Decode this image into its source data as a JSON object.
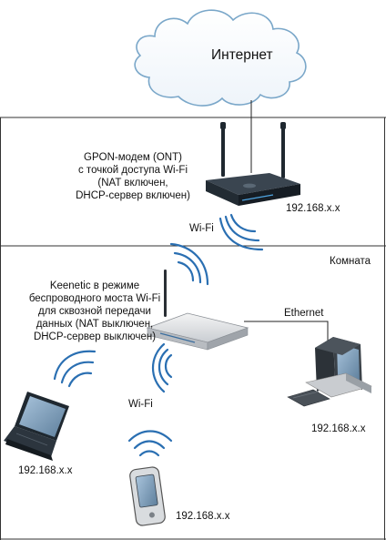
{
  "cloud": {
    "label": "Интернет"
  },
  "room": {
    "label": "Комната"
  },
  "modem": {
    "caption_lines": [
      "GPON-модем (ONT)",
      "с точкой доступа Wi-Fi",
      "(NAT включен,",
      "DHCP-сервер включен)"
    ],
    "ip": "192.168.x.x"
  },
  "wifi_uplink": {
    "label": "Wi-Fi"
  },
  "keenetic": {
    "caption_lines": [
      "Keenetic в режиме",
      "беспроводного моста Wi-Fi",
      "для сквозной передачи",
      "данных (NAT выключен,",
      "DHCP-сервер выключен)"
    ]
  },
  "ethernet": {
    "label": "Ethernet"
  },
  "wifi_lan": {
    "label": "Wi-Fi"
  },
  "desktop": {
    "ip": "192.168.x.x"
  },
  "laptop": {
    "ip": "192.168.x.x"
  },
  "phone": {
    "ip": "192.168.x.x"
  },
  "colors": {
    "cloud_fill": "#ffffff",
    "cloud_stroke": "#7aa7c9",
    "wave": "#2a6fb2",
    "device_dark": "#1f2830",
    "frame_line": "#333333"
  }
}
